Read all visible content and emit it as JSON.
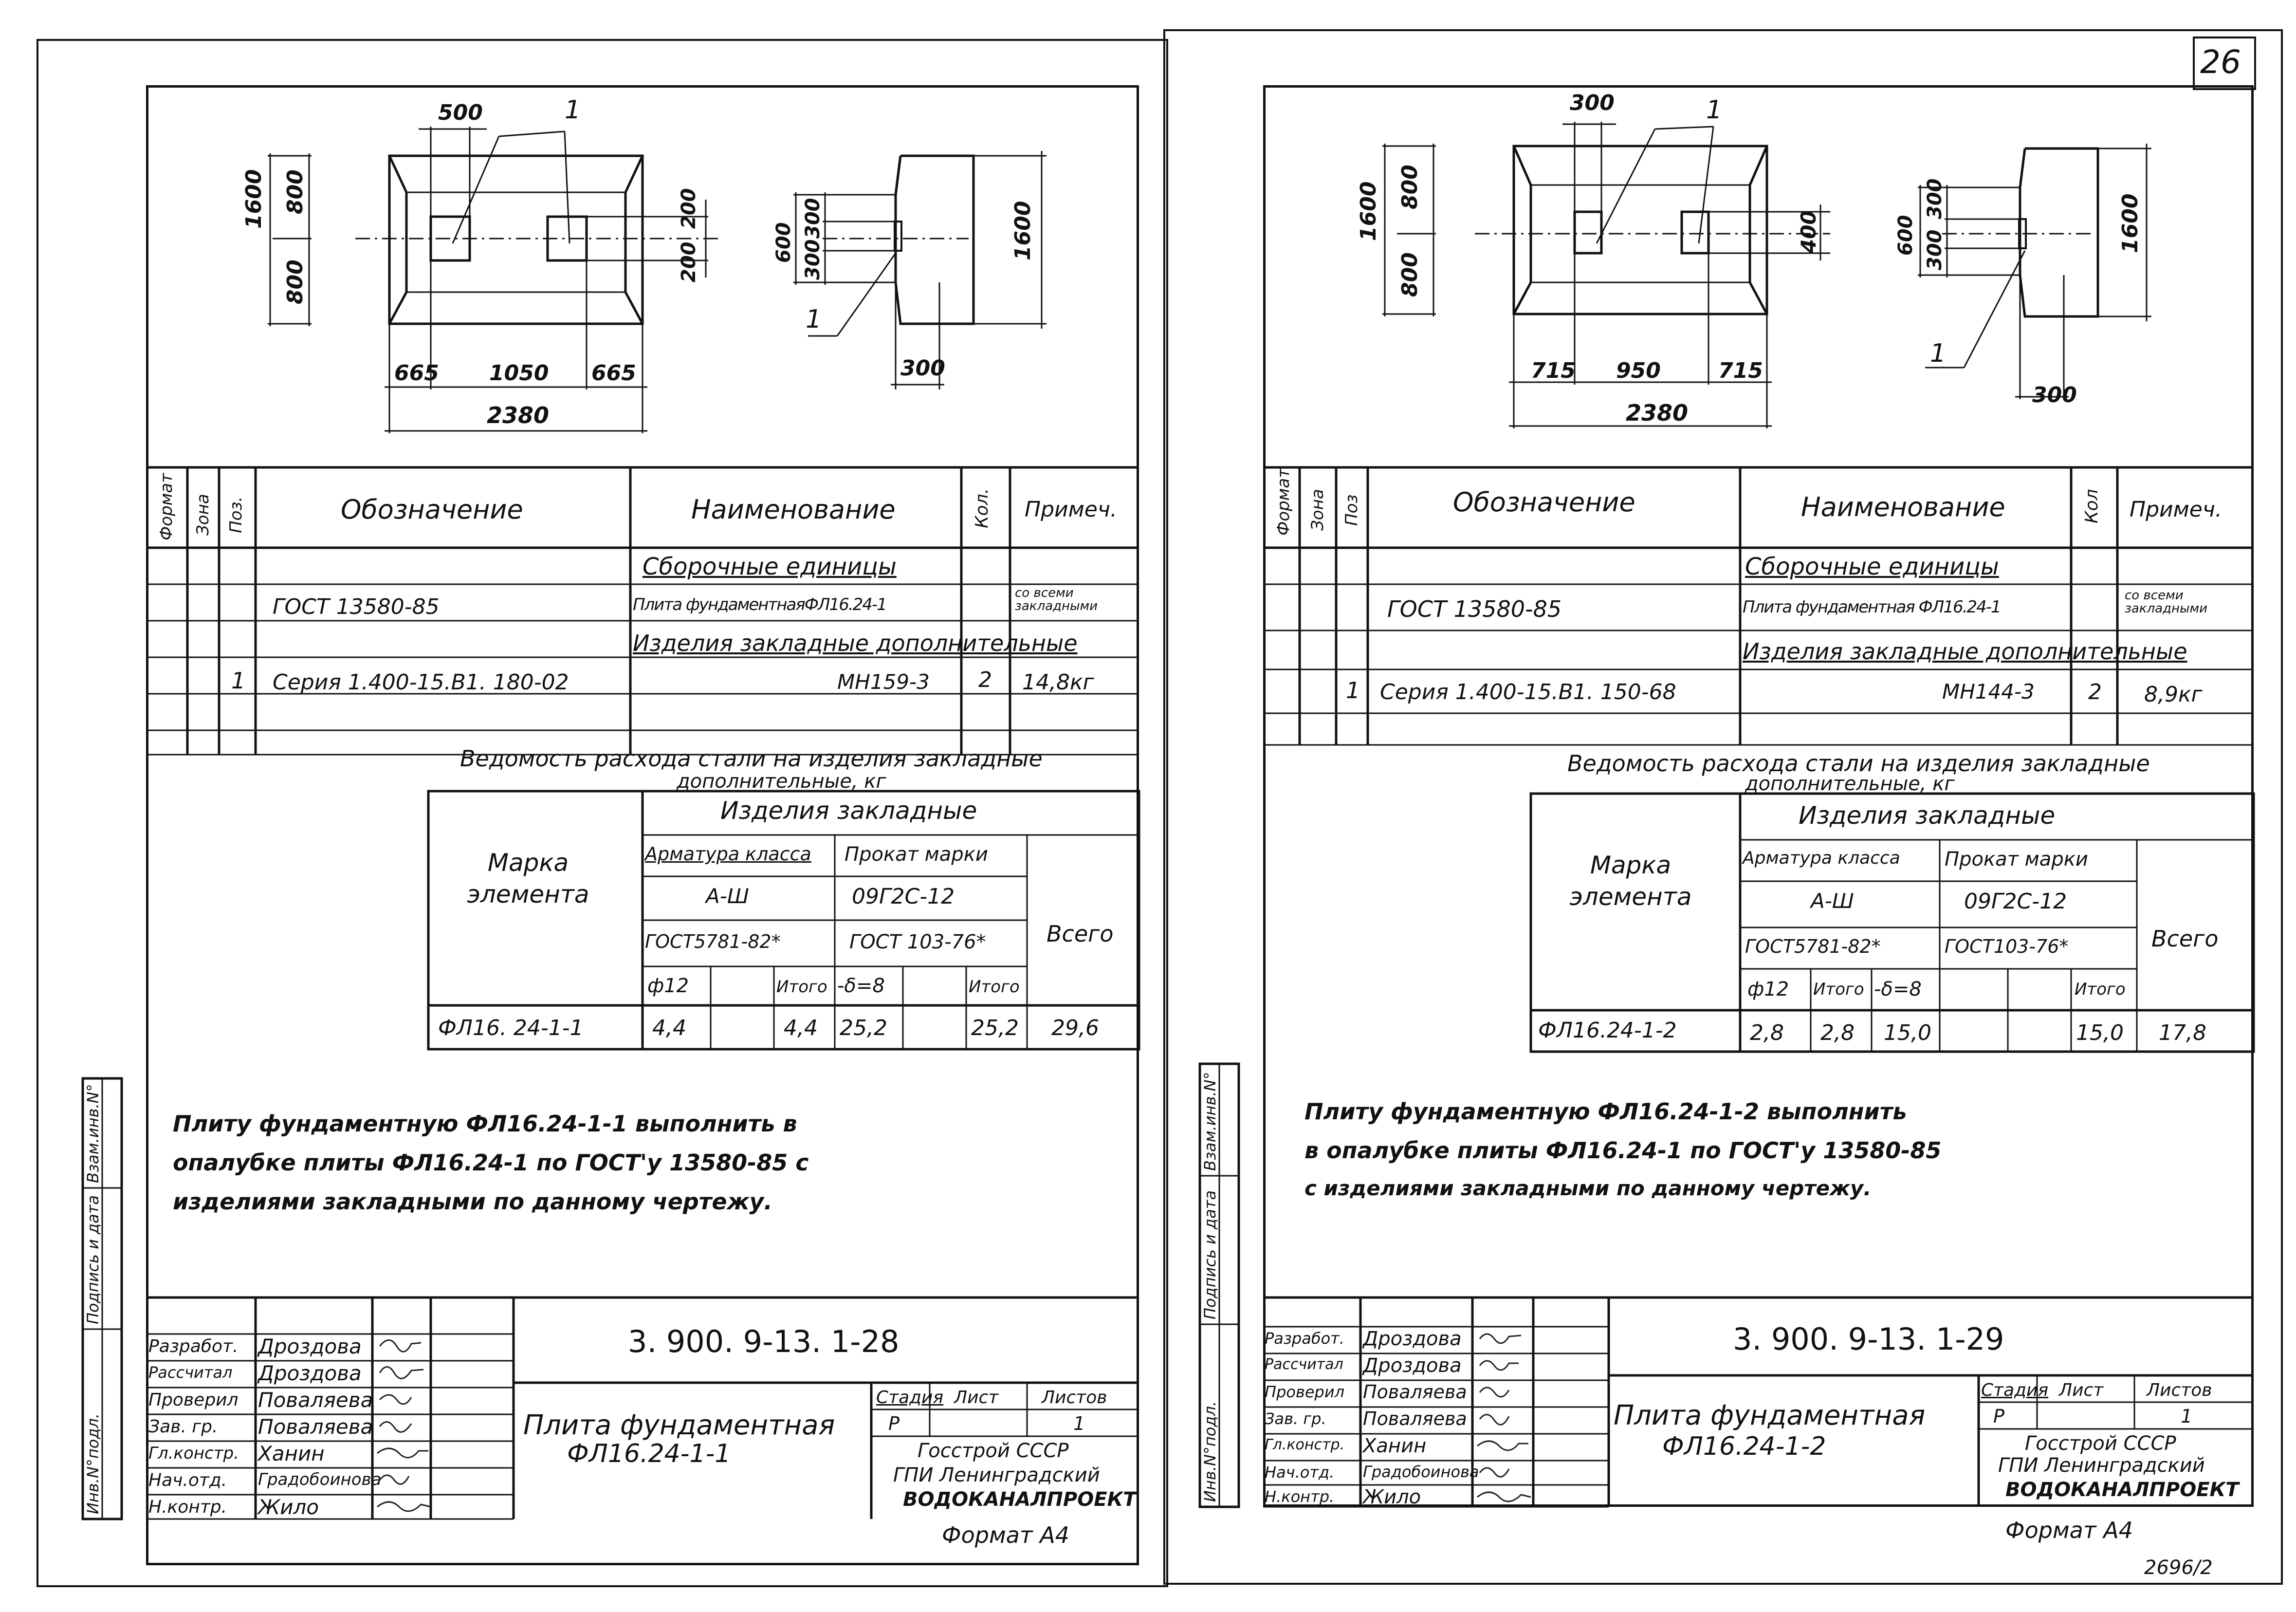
{
  "page_number": "26",
  "footer_code": "2696/2",
  "left": {
    "drawing": {
      "dims": {
        "hole_width": "500",
        "height_total": "1600",
        "height_top": "800",
        "height_bottom": "800",
        "hole_top": "200",
        "hole_bottom": "200",
        "bottom_left": "665",
        "bottom_mid": "1050",
        "bottom_right": "665",
        "width_total": "2380",
        "side_total": "600",
        "side_top": "300",
        "side_bottom": "300",
        "side_height": "1600",
        "side_base": "300"
      },
      "callout_top": "1",
      "callout_side": "1"
    },
    "spec": {
      "headers": {
        "format": "Формат",
        "zone": "Зона",
        "pos": "Поз.",
        "designation": "Обозначение",
        "name": "Наименование",
        "qty": "Кол.",
        "note": "Примеч."
      },
      "section1": "Сборочные единицы",
      "row1": {
        "designation": "ГОСТ 13580-85",
        "name": "Плита фундаментнаяФЛ16.24-1",
        "note": "со всеми закладными"
      },
      "section2": "Изделия закладные дополнительные",
      "row2": {
        "pos": "1",
        "designation": "Серия 1.400-15.В1. 180-02",
        "name": "МН159-3",
        "qty": "2",
        "note": "14,8кг"
      }
    },
    "steel": {
      "title_line1": "Ведомость расхода стали на изделия закладные",
      "title_line2": "дополнительные, кг",
      "mark_label": "Марка элемента",
      "group": "Изделия закладные",
      "col_arm": "Арматура класса",
      "col_prok": "Прокат марки",
      "arm_class": "А-Ш",
      "prok_grade": "09Г2С-12",
      "arm_gost": "ГОСТ5781-82*",
      "prok_gost": "ГОСТ 103-76*",
      "total_label": "Всего",
      "sub_d": "ф12",
      "sub_itogo1": "Итого",
      "sub_delta": "-δ=8",
      "sub_itogo2": "Итого",
      "row": {
        "mark": "ФЛ16. 24-1-1",
        "d12": "4,4",
        "empty1": "",
        "itogo1": "4,4",
        "delta": "25,2",
        "empty2": "",
        "itogo2": "25,2",
        "total": "29,6"
      }
    },
    "note_line1": "Плиту фундаментную ФЛ16.24-1-1 выполнить в",
    "note_line2": "опалубке плиты ФЛ16.24-1 по ГОСТ'у 13580-85 с",
    "note_line3": "изделиями закладными по данному чертежу.",
    "side_stamp": {
      "inv": "Инв.N°подл.",
      "sign": "Подпись и дата",
      "vzam": "Взам.инв.N°"
    },
    "title_block": {
      "code": "3. 900. 9-13. 1-28",
      "roles": [
        "Разработ.",
        "Рассчитал",
        "Проверил",
        "Зав. гр.",
        "Гл.констр.",
        "Нач.отд.",
        "Н.контр."
      ],
      "names": [
        "Дроздова",
        "Дроздова",
        "Поваляева",
        "Поваляева",
        "Ханин",
        "Градобоинова",
        "Жило"
      ],
      "title_line1": "Плита фундаментная",
      "title_line2": "ФЛ16.24-1-1",
      "stage_label": "Стадия",
      "sheet_label": "Лист",
      "sheets_label": "Листов",
      "stage": "Р",
      "sheets": "1",
      "org_line1": "Госстрой СССР",
      "org_line2": "ГПИ Ленинградский",
      "org_line3": "ВОДОКАНАЛПРОЕКТ"
    },
    "format": "Формат А4"
  },
  "right": {
    "drawing": {
      "dims": {
        "hole_width": "300",
        "height_total": "1600",
        "height_top": "800",
        "height_bottom": "800",
        "hole_span": "400",
        "bottom_left": "715",
        "bottom_mid": "950",
        "bottom_right": "715",
        "width_total": "2380",
        "side_total": "600",
        "side_top": "300",
        "side_bottom": "300",
        "side_height": "1600",
        "side_base": "300"
      },
      "callout_top": "1",
      "callout_side": "1"
    },
    "spec": {
      "headers": {
        "format": "Формат",
        "zone": "Зона",
        "pos": "Поз",
        "designation": "Обозначение",
        "name": "Наименование",
        "qty": "Кол",
        "note": "Примеч."
      },
      "section1": "Сборочные единицы",
      "row1": {
        "designation": "ГОСТ 13580-85",
        "name": "Плита фундаментная ФЛ16.24-1",
        "note": "со всеми закладными"
      },
      "section2": "Изделия закладные дополнительные",
      "row2": {
        "pos": "1",
        "designation": "Серия 1.400-15.В1. 150-68",
        "name": "МН144-3",
        "qty": "2",
        "note": "8,9кг"
      }
    },
    "steel": {
      "title_line1": "Ведомость расхода стали на изделия закладные",
      "title_line2": "дополнительные, кг",
      "mark_label": "Марка элемента",
      "group": "Изделия закладные",
      "col_arm": "Арматура класса",
      "col_prok": "Прокат марки",
      "arm_class": "А-Ш",
      "prok_grade": "09Г2С-12",
      "arm_gost": "ГОСТ5781-82*",
      "prok_gost": "ГОСТ103-76*",
      "total_label": "Всего",
      "sub_d": "ф12",
      "sub_itogo1": "Итого",
      "sub_delta": "-δ=8",
      "sub_itogo2": "Итого",
      "row": {
        "mark": "ФЛ16.24-1-2",
        "d12": "2,8",
        "empty1": "",
        "itogo1": "2,8",
        "delta": "15,0",
        "empty2": "",
        "itogo2": "15,0",
        "total": "17,8"
      }
    },
    "note_line1": "Плиту фундаментную ФЛ16.24-1-2 выполнить",
    "note_line2": "в опалубке плиты ФЛ16.24-1 по ГОСТ'у 13580-85",
    "note_line3": "с изделиями закладными по данному чертежу.",
    "side_stamp": {
      "inv": "Инв.N°подл.",
      "sign": "Подпись и дата",
      "vzam": "Взам.инв.N°"
    },
    "title_block": {
      "code": "3. 900. 9-13. 1-29",
      "roles": [
        "Разработ.",
        "Рассчитал",
        "Проверил",
        "Зав. гр.",
        "Гл.констр.",
        "Нач.отд.",
        "Н.контр."
      ],
      "names": [
        "Дроздова",
        "Дроздова",
        "Поваляева",
        "Поваляева",
        "Ханин",
        "Градобоинова",
        "Жило"
      ],
      "title_line1": "Плита фундаментная",
      "title_line2": "ФЛ16.24-1-2",
      "stage_label": "Стадия",
      "sheet_label": "Лист",
      "sheets_label": "Листов",
      "stage": "Р",
      "sheets": "1",
      "org_line1": "Госстрой СССР",
      "org_line2": "ГПИ Ленинградский",
      "org_line3": "ВОДОКАНАЛПРОЕКТ"
    },
    "format": "Формат А4"
  }
}
